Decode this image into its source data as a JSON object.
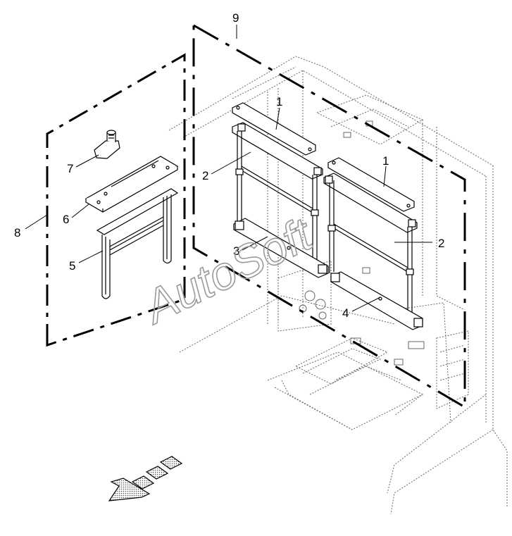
{
  "callouts": {
    "c1a": "1",
    "c1b": "1",
    "c2a": "2",
    "c2b": "2",
    "c3": "3",
    "c4": "4",
    "c5": "5",
    "c6": "6",
    "c7": "7",
    "c8": "8",
    "c9": "9"
  },
  "watermark": "AutoSoft",
  "colors": {
    "line": "#000000",
    "cab_line": "#555555",
    "watermark": "#9a9a9a",
    "direction_arrow": "#b5b5b5"
  },
  "icons": {
    "direction": "front-direction-arrow-icon"
  }
}
